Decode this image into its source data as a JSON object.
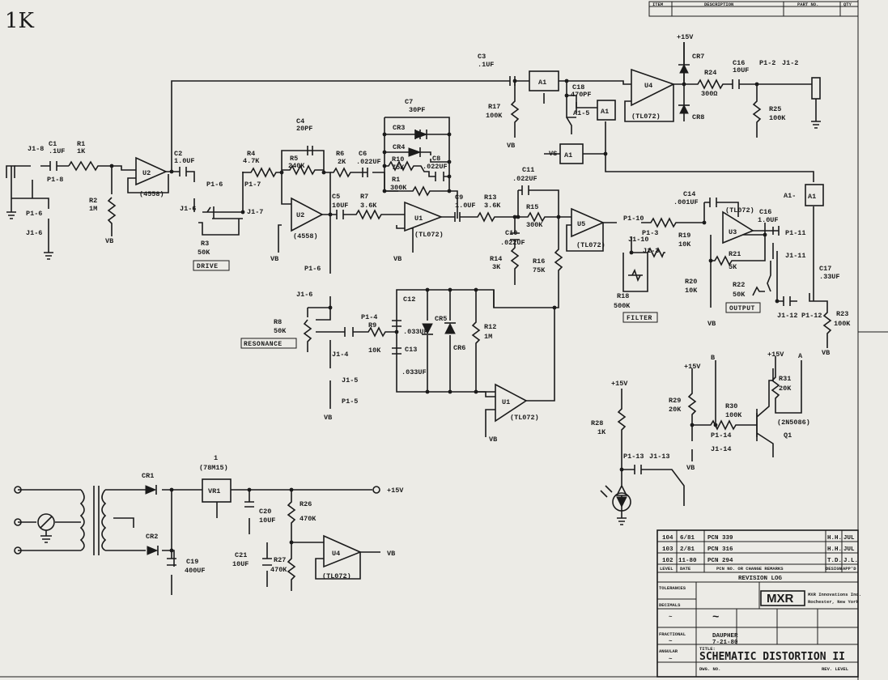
{
  "sheet": {
    "corner_mark": "1K",
    "drawing_title": "SCHEMATIC DISTORTION II"
  },
  "header_block": {
    "columns": [
      "ITEM",
      "DESCRIPTION",
      "PART NO.",
      "QTY"
    ]
  },
  "opamps": {
    "u2a": {
      "name": "U2",
      "part": "(4558)"
    },
    "u2b": {
      "name": "U2",
      "part": "(4558)"
    },
    "u1a": {
      "name": "U1",
      "part": "(TL072)"
    },
    "u1b": {
      "name": "U1",
      "part": "(TL072)"
    },
    "u5": {
      "name": "U5",
      "part": "(TL072)"
    },
    "u3": {
      "name": "U3",
      "part": "(TL072)"
    },
    "u4top": {
      "name": "U4",
      "part": "(TL072)"
    },
    "u4bot": {
      "name": "U4",
      "part": "(TL072)"
    }
  },
  "switches": {
    "a1a": "A1",
    "a1b": "A1",
    "a1c": "A1",
    "a1d": "A1",
    "a1b_ref": "A1-5",
    "a1c_ref": "A1-"
  },
  "components": {
    "c1": "C1",
    "c1_val": ".1UF",
    "r1": "R1",
    "r1_val": "1K",
    "r2": "R2",
    "r2_val": "1M",
    "c2": "C2",
    "c2_val": "1.0UF",
    "r3": "R3",
    "r3_val": "50K",
    "r4": "R4",
    "r4_val": "4.7K",
    "c4": "C4",
    "c4_val": "20PF",
    "r5": "R5",
    "r5_val": "240K",
    "r6": "R6",
    "r6_val": "2K",
    "c6": "C6",
    "c6_val": ".022UF",
    "c7": "C7",
    "c7_val": "30PF",
    "cr3": "CR3",
    "cr4": "CR4",
    "r10": "R10",
    "r10_val": "75K",
    "c8": "C8",
    "c8_val": ".022UF",
    "r11": "R1",
    "r11_val": "300K",
    "c5": "C5",
    "c5_val": "10UF",
    "r7": "R7",
    "r7_val": "3.6K",
    "c9": "C9",
    "c9_val": "1.0UF",
    "r13": "R13",
    "r13_val": "3.6K",
    "c11": "C11",
    "c11_val": ".022UF",
    "r15": "R15",
    "r15_val": "300K",
    "c10": "C10",
    "c10_val": ".022UF",
    "r14": "R14",
    "r14_val": "3K",
    "r16": "R16",
    "r16_val": "75K",
    "c3": "C3",
    "c3_val": ".1UF",
    "r17": "R17",
    "r17_val": "100K",
    "c18": "C18",
    "c18_val": "470PF",
    "cr7": "CR7",
    "cr8": "CR8",
    "r24": "R24",
    "r24_val": "300Ω",
    "c16top": "C16",
    "c16top_val": "10UF",
    "r25": "R25",
    "r25_val": "100K",
    "c14": "C14",
    "c14_val": ".001UF",
    "r19": "R19",
    "r19_val": "10K",
    "c16": "C16",
    "c16_val": "1.0UF",
    "r21": "R21",
    "r21_val": "5K",
    "r18": "R18",
    "r18_val": "500K",
    "r20": "R20",
    "r20_val": "10K",
    "r22": "R22",
    "r22_val": "50K",
    "c17": "C17",
    "c17_val": ".33UF",
    "r23": "R23",
    "r23_val": "100K",
    "r8": "R8",
    "r8_val": "50K",
    "r9": "R9",
    "r9_val": "10K",
    "c12": "C12",
    "c12_val": ".033UF",
    "cr5": "CR5",
    "cr6": "CR6",
    "r12": "R12",
    "r12_val": "1M",
    "c13": "C13",
    "c13_val": ".033UF",
    "r28": "R28",
    "r28_val": "1K",
    "r29": "R29",
    "r29_val": "20K",
    "r30": "R30",
    "r30_val": "100K",
    "r31": "R31",
    "r31_val": "20K",
    "q1": "Q1",
    "q1_part": "(2N5086)",
    "cr1": "CR1",
    "cr2": "CR2",
    "vr1": "VR1",
    "vr1_part": "(78M15)",
    "vr1_pin": "1",
    "c19": "C19",
    "c19_val": "400UF",
    "c20": "C20",
    "c20_val": "10UF",
    "r26": "R26",
    "r26_val": "470K",
    "c21": "C21",
    "c21_val": "10UF",
    "r27": "R27",
    "r27_val": "470K"
  },
  "boxed_labels": {
    "drive": "DRIVE",
    "resonance": "RESONANCE",
    "filter": "FILTER",
    "output": "OUTPUT"
  },
  "connectors": {
    "j1_8": "J1-8",
    "p1_8": "P1-8",
    "p1_6": "P1-6",
    "j1_6": "J1-6",
    "p1_7": "P1-7",
    "j1_7": "J1-7",
    "p1_6b": "P1-6",
    "j1_6b": "J1-6",
    "p1_4": "P1-4",
    "j1_4": "J1-4",
    "j1_5": "J1-5",
    "p1_5": "P1-5",
    "p1_2": "P1-2",
    "j1_2": "J1-2",
    "p1_10": "P1-10",
    "j1_10": "J1-10",
    "p1_3": "P1-3",
    "j1_3": "J1-3",
    "p1_11": "P1-11",
    "j1_11": "J1-11",
    "j1_12": "J1-12",
    "p1_12": "P1-12",
    "p1_13": "P1-13",
    "j1_13": "J1-13",
    "p1_14": "P1-14",
    "j1_14": "J1-14"
  },
  "nets": {
    "vb": "VB",
    "pos15": "+15V",
    "b": "B",
    "a": "A",
    "vs": "VS"
  },
  "revision_log": {
    "title": "REVISION LOG",
    "rows": [
      {
        "level": "104",
        "date": "6/81",
        "note": "PCN 339",
        "by": "H.H.",
        "appd": "JUL"
      },
      {
        "level": "103",
        "date": "2/81",
        "note": "PCN 316",
        "by": "H.H.",
        "appd": "JUL"
      },
      {
        "level": "102",
        "date": "11-80",
        "note": "PCN 294",
        "by": "T.D.",
        "appd": "J.L."
      }
    ],
    "headers": [
      "LEVEL",
      "DATE",
      "PCN NO. OR CHANGE REMARKS",
      "DESIGN",
      "APP'D"
    ]
  },
  "title_block": {
    "logo": "MXR",
    "company": "MXR Innovations Inc.",
    "city": "Rochester, New York",
    "tolerances": "TOLERANCES",
    "decimals": "DECIMALS",
    "fractional": "FRACTIONAL",
    "angular": "ANGULAR",
    "approx": "~",
    "drawn_by": "DAUPHER",
    "drawn_date": "7-21-80",
    "title_label": "TITLE:",
    "dwg_no": "DWG. NO.",
    "rev": "REV. LEVEL"
  }
}
